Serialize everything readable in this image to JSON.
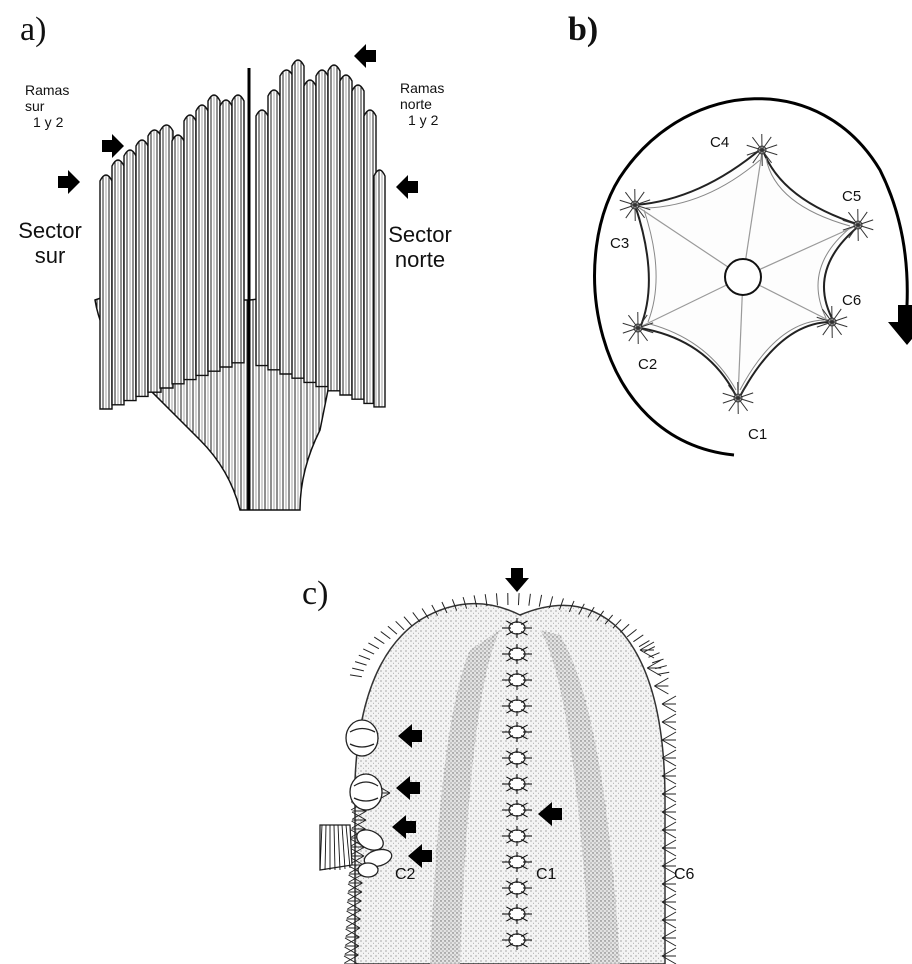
{
  "panel_a": {
    "letter": "a)",
    "south_branches": [
      "Ramas",
      "sur",
      "1 y 2"
    ],
    "north_branches": [
      "Ramas",
      "norte",
      "1 y 2"
    ],
    "south_sector": [
      "Sector",
      "sur"
    ],
    "north_sector": [
      "Sector",
      "norte"
    ]
  },
  "panel_b": {
    "letter": "b)",
    "ribs": [
      "C1",
      "C2",
      "C3",
      "C4",
      "C5",
      "C6"
    ]
  },
  "panel_c": {
    "letter": "c)",
    "ribs": [
      "C2",
      "C1",
      "C6"
    ]
  }
}
